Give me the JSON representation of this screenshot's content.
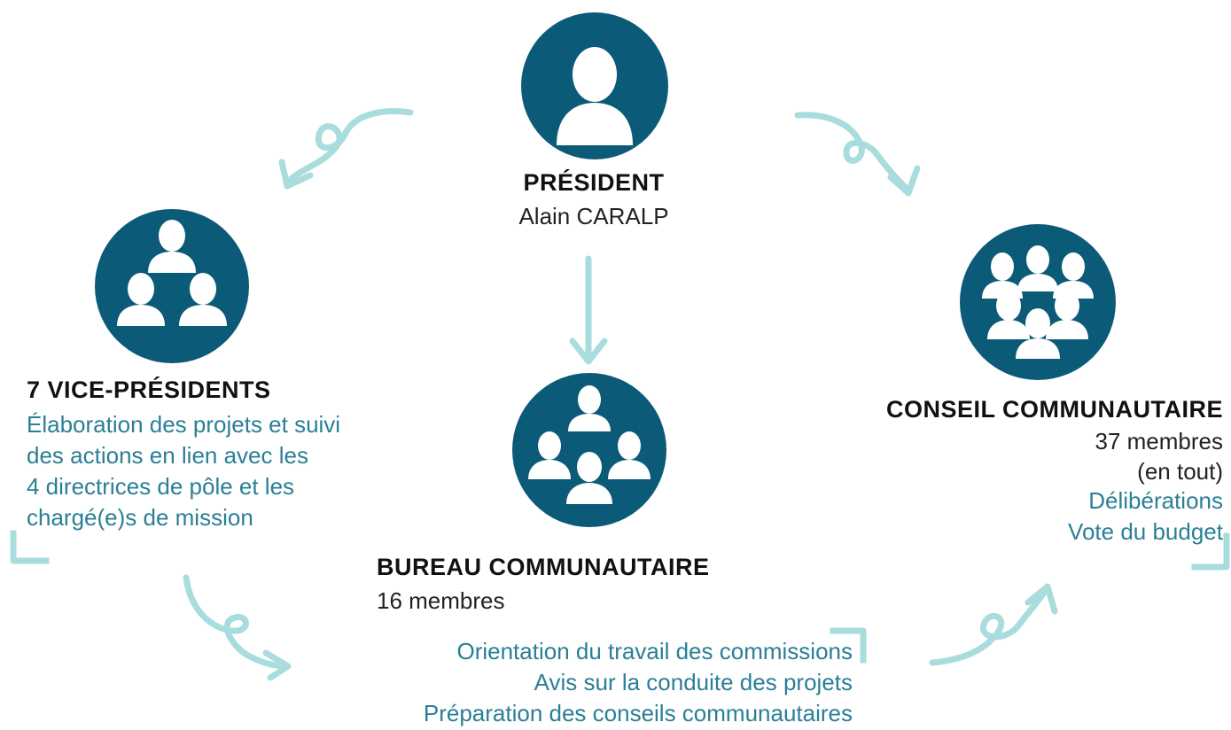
{
  "president": {
    "title": "PRÉSIDENT",
    "name": "Alain CARALP"
  },
  "vice_presidents": {
    "title": "7 VICE-PRÉSIDENTS",
    "lines": [
      "Élaboration des projets et suivi",
      "des actions en lien avec les",
      "4 directrices de pôle et les",
      "chargé(e)s de mission"
    ]
  },
  "bureau": {
    "title": "BUREAU COMMUNAUTAIRE",
    "members": "16 membres",
    "lines": [
      "Orientation du travail des commissions",
      "Avis sur la conduite des projets",
      "Préparation des conseils communautaires"
    ]
  },
  "conseil": {
    "title": "CONSEIL COMMUNAUTAIRE",
    "members": "37 membres",
    "members_note": "(en tout)",
    "lines": [
      "Délibérations",
      "Vote du budget"
    ]
  },
  "colors": {
    "circle": "#0b5a77",
    "arrow": "#a9dcdc",
    "teal_text": "#2b7f96"
  },
  "icons": {
    "president": "single-person-icon",
    "vice_presidents": "three-people-icon",
    "bureau": "group-people-icon",
    "conseil": "crowd-people-icon"
  }
}
